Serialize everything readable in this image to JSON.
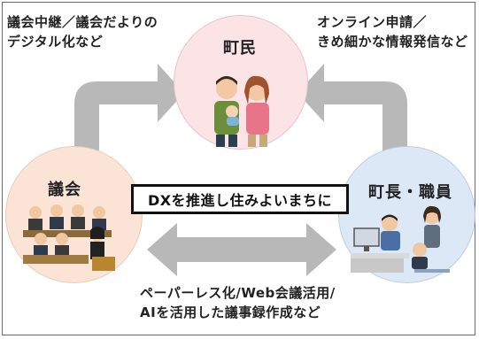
{
  "captions": {
    "top_left": [
      "議会中継／議会だよりの",
      "デジタル化など"
    ],
    "top_right": [
      "オンライン申請／",
      "きめ細かな情報発信など"
    ],
    "bottom": [
      "ペーパーレス化/Web会議活用/",
      "AIを活用した議事録作成など"
    ]
  },
  "nodes": {
    "town": "町民",
    "council": "議会",
    "mayor": "町長・職員"
  },
  "center": "DXを推進し住みよいまちに",
  "colors": {
    "town_circle": "#fbe3e6",
    "council_circle": "#fbe4d6",
    "mayor_circle": "#dde8f6",
    "arrow": "#b8b8b8"
  },
  "icons": [
    "family-illustration",
    "council-members-illustration",
    "office-workers-illustration"
  ]
}
